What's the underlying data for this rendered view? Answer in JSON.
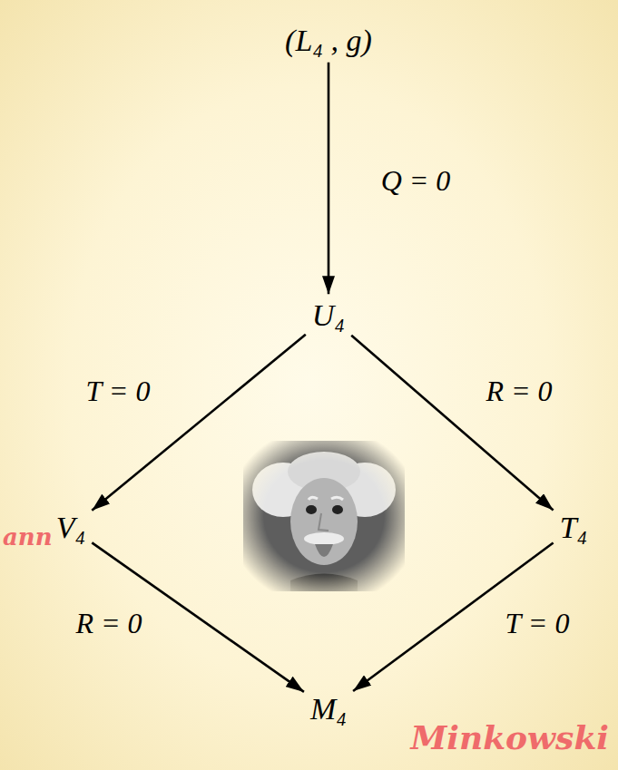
{
  "diagram": {
    "nodes": [
      {
        "text": [
          "(L₄ , g)"
        ]
      },
      {
        "text": [
          "U₄"
        ]
      },
      {
        "text": [
          "V₄"
        ]
      },
      {
        "text": [
          "T₄"
        ]
      },
      {
        "text": [
          "M₄"
        ]
      }
    ],
    "edges": [
      {
        "from": 0,
        "to": 1,
        "arrow": "to",
        "label": "Q = 0"
      },
      {
        "from": 1,
        "to": 2,
        "arrow": "to",
        "label": "T = 0"
      },
      {
        "from": 1,
        "to": 3,
        "arrow": "to",
        "label": "R = 0"
      },
      {
        "from": 2,
        "to": 4,
        "arrow": "to",
        "label": "R = 0"
      },
      {
        "from": 3,
        "to": 4,
        "arrow": "to",
        "label": "T = 0"
      }
    ],
    "labels": [
      "ann",
      "Minkowski"
    ]
  }
}
